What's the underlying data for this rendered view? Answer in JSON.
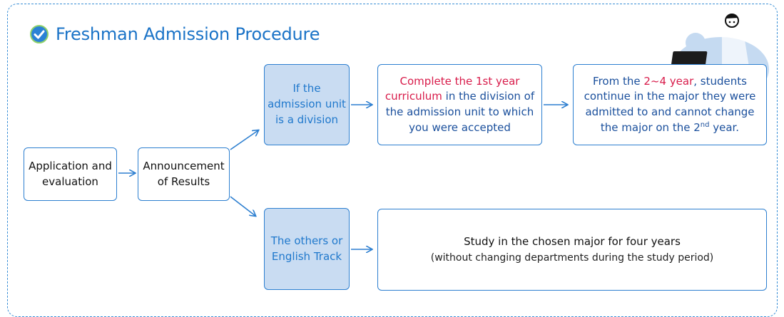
{
  "title": "Freshman Admission Procedure",
  "colors": {
    "accent": "#1a73c7",
    "box_fill": "#c9dcf2",
    "highlight": "#d81b4a"
  },
  "boxes": {
    "application": {
      "line1": "Application and",
      "line2": "evaluation"
    },
    "announcement": {
      "line1": "Announcement",
      "line2": "of Results"
    },
    "division": {
      "line1": "If the",
      "line2": "admission unit",
      "line3": "is a division"
    },
    "curriculum": {
      "highlight1": "Complete the 1st year",
      "highlight2": "curriculum",
      "rest2": " in the division of",
      "line3": "the admission unit to which",
      "line4": "you were accepted"
    },
    "major": {
      "pre1": "From the ",
      "highlight": "2~4 year",
      "post1": ", students",
      "line2": "continue in the major they were",
      "line3": "admitted to and cannot change",
      "line4_pre": "the major on the 2",
      "line4_sup": "nd",
      "line4_post": " year."
    },
    "others": {
      "line1": "The others or",
      "line2": "English Track"
    },
    "study": {
      "line1": "Study in the chosen major for four years",
      "line2": "(without changing departments during the study period)"
    }
  }
}
